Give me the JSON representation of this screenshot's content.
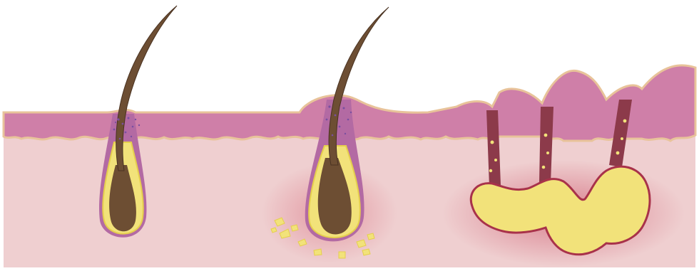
{
  "figure": {
    "panels": [
      {
        "stage": "healthy-follicle"
      },
      {
        "stage": "inflamed-follicle"
      },
      {
        "stage": "ruptured-follicles"
      }
    ]
  },
  "colors": {
    "background": "#ffffff",
    "dermis": "#efcfd0",
    "epidermis": "#cf7fa8",
    "epidermis_edge": "#e8c39a",
    "hair": "#6d4e33",
    "hair_dark": "#4a3322",
    "sebum": "#f2e27a",
    "sebum_edge": "#e5cf4d",
    "follicle_wall": "#b36aa3",
    "pigment": "#7a4fa0",
    "inflammation": "#d96b7c",
    "canal": "#8c3a4a"
  }
}
